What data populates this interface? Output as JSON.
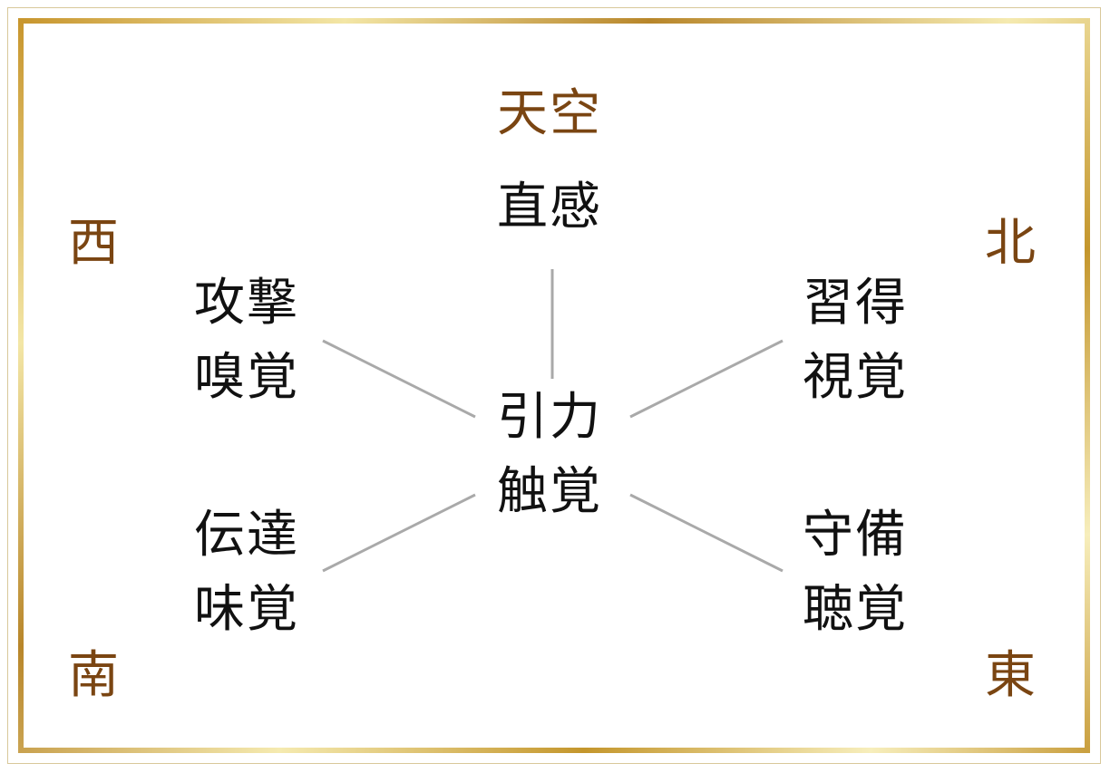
{
  "colors": {
    "direction_text": "#7a4512",
    "node_text": "#111111",
    "connector": "#a9a9a9",
    "frame_gold": "#c8962e"
  },
  "directions": {
    "top": "天空",
    "west": "西",
    "north": "北",
    "south": "南",
    "east": "東"
  },
  "nodes": {
    "top": {
      "line1": "直感"
    },
    "center": {
      "line1": "引力",
      "line2": "触覚"
    },
    "upper_left": {
      "line1": "攻撃",
      "line2": "嗅覚"
    },
    "upper_right": {
      "line1": "習得",
      "line2": "視覚"
    },
    "lower_left": {
      "line1": "伝達",
      "line2": "味覚"
    },
    "lower_right": {
      "line1": "守備",
      "line2": "聴覚"
    }
  }
}
